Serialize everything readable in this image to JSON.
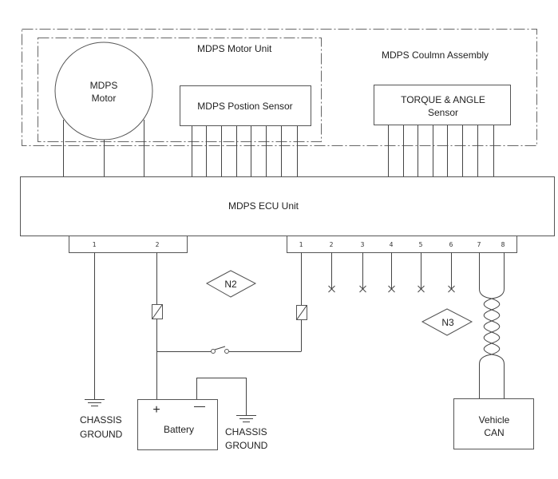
{
  "diagram": {
    "assemblies": {
      "column_assembly": "MDPS Coulmn Assembly",
      "motor_unit": "MDPS Motor Unit"
    },
    "components": {
      "motor": [
        "MDPS",
        "Motor"
      ],
      "position_sensor": "MDPS Postion Sensor",
      "torque_sensor": [
        "TORQUE & ANGLE",
        "Sensor"
      ],
      "ecu": "MDPS ECU Unit",
      "battery": "Battery",
      "battery_plus": "+",
      "battery_minus": "—",
      "vehicle_can": [
        "Vehicle",
        "CAN"
      ]
    },
    "grounds": {
      "left": [
        "CHASSIS",
        "GROUND"
      ],
      "right": [
        "CHASSIS",
        "GROUND"
      ]
    },
    "connectors": {
      "left_pins": [
        "1",
        "2"
      ],
      "right_pins": [
        "1",
        "2",
        "3",
        "4",
        "5",
        "6",
        "7",
        "8"
      ]
    },
    "nodes": {
      "n2": "N2",
      "n3": "N3"
    },
    "wire_counts": {
      "motor": 3,
      "position_sensor": 8,
      "torque_sensor": 8
    },
    "unconnected_pins": [
      "2",
      "3",
      "4",
      "5",
      "6"
    ],
    "twisted_pair_pins": [
      "7",
      "8"
    ]
  }
}
